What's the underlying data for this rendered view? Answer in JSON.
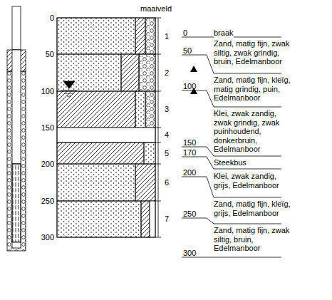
{
  "diagram": {
    "title": "maaiveld",
    "labels": [
      "0",
      "50",
      "100",
      "150",
      "200",
      "250",
      "300",
      "1",
      "2",
      "3",
      "4",
      "5",
      "6",
      "7",
      "0",
      "50",
      "100",
      "150",
      "170",
      "200",
      "250",
      "300",
      "braak",
      "Zand, matig fijn, zwak siltig, zwak grindig, bruin, Edelmanboor",
      "Zand, matig fijn, kleïg, matig grindig, puin, Edelmanboor",
      "Klei, zwak zandig, zwak grindig, zwak puinhoudend, donkerbruin, Edelmanboor",
      "Steekbus",
      "Klei, zwak zandig, grijs, Edelmanboor",
      "Zand, matig fijn, kleïg, grijs, Edelmanboor",
      "Zand, matig fijn, zwak siltig, bruin, Edelmanboor"
    ]
  }
}
